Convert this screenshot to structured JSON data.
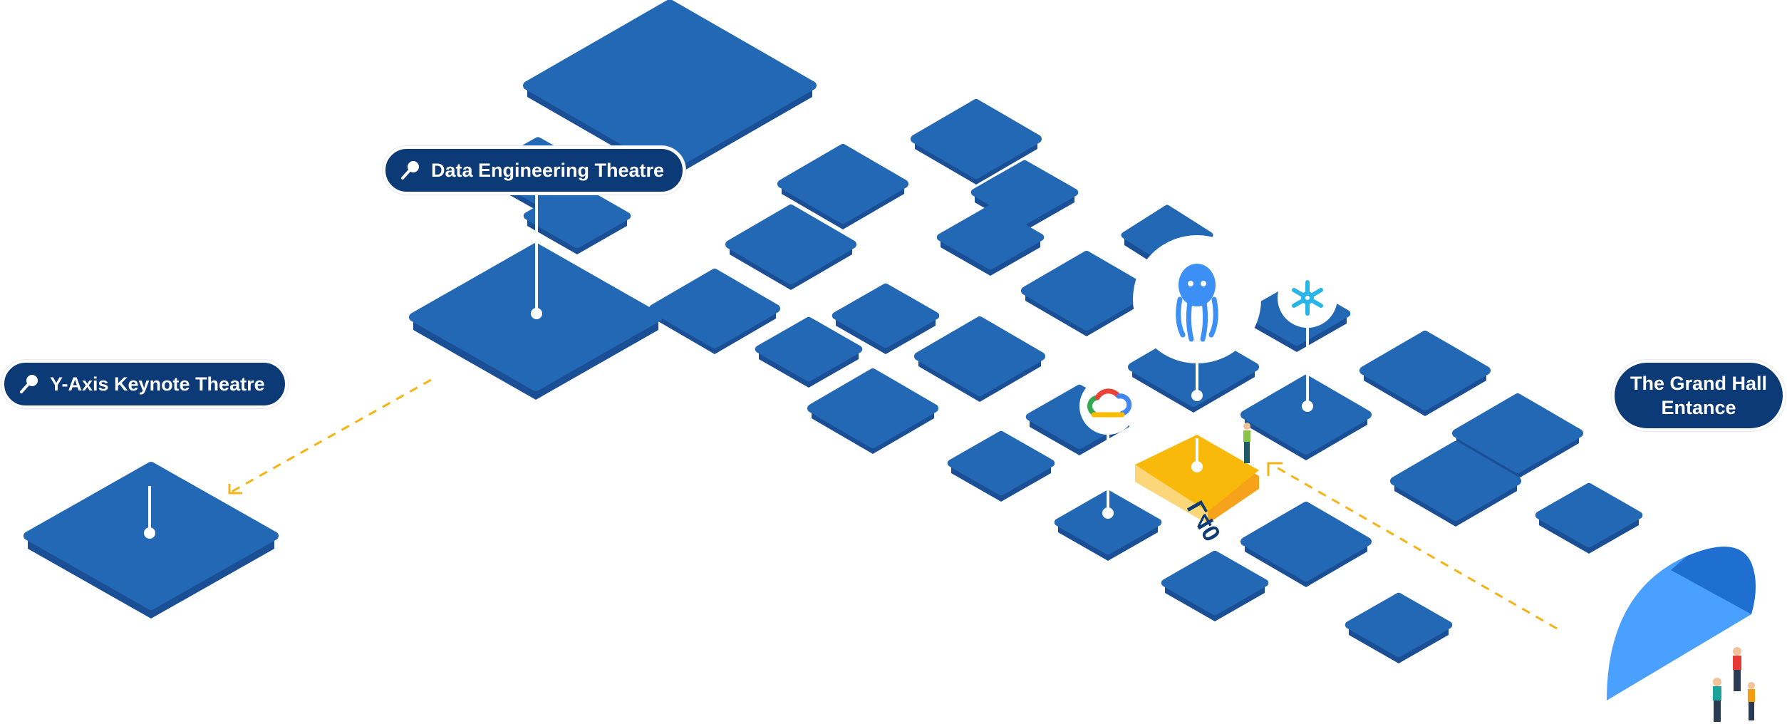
{
  "map": {
    "theatres": [
      {
        "id": "data-engineering",
        "label": "Data Engineering Theatre",
        "icon": "microphone-icon"
      },
      {
        "id": "y-axis",
        "label": "Y-Axis Keynote Theatre",
        "icon": "microphone-icon"
      }
    ],
    "entrance": {
      "label": "The Grand Hall Entance"
    },
    "highlight_booth": {
      "label": "L40",
      "color": "#f9b90b"
    },
    "sponsor_markers": [
      {
        "name": "octopus-logo-icon"
      },
      {
        "name": "snowflake-logo-icon"
      },
      {
        "name": "google-cloud-logo-icon"
      }
    ],
    "colors": {
      "booth_top": "#2368b4",
      "booth_side": "#1a4f95",
      "label_bg": "#0c3a76",
      "highlight": "#f9b90b",
      "path": "#f5b414",
      "entrance": "#4aa0ff"
    }
  }
}
